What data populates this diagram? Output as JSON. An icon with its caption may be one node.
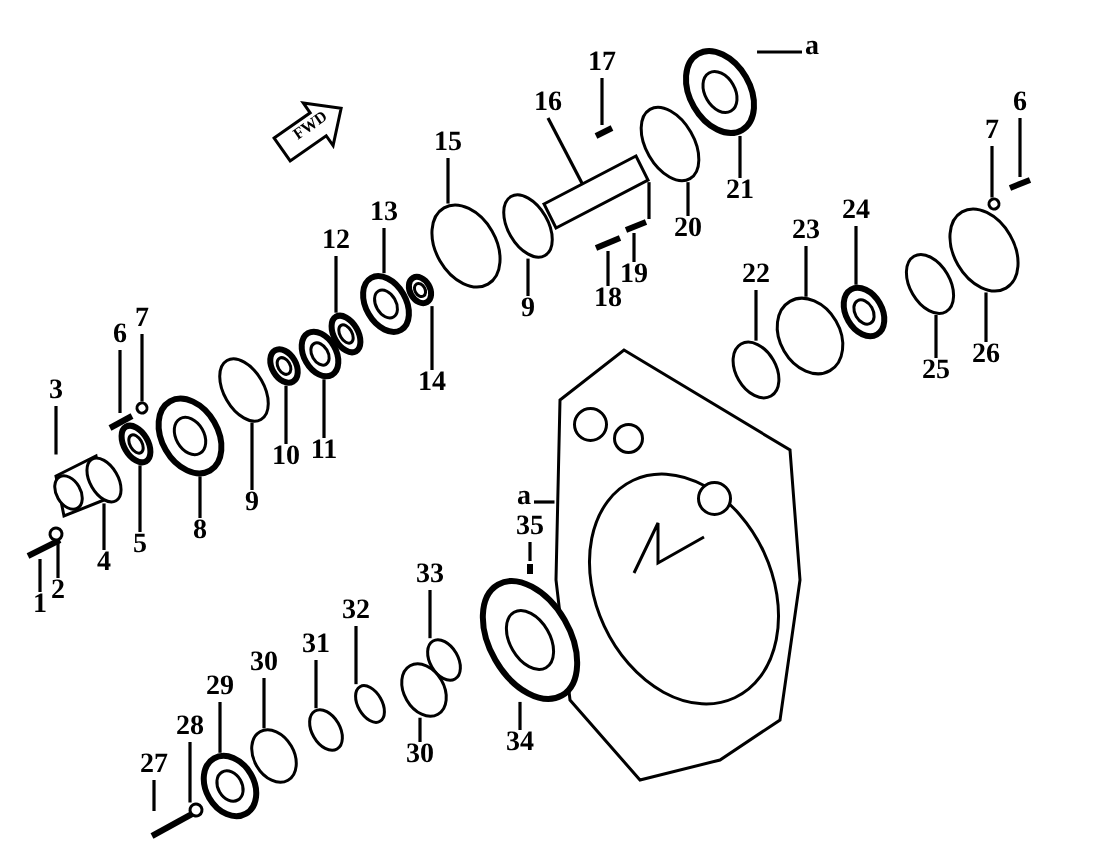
{
  "diagram": {
    "nodes": [
      {
        "text": [
          "1"
        ]
      },
      {
        "text": [
          "2"
        ]
      },
      {
        "text": [
          "3"
        ]
      },
      {
        "text": [
          "4"
        ]
      },
      {
        "text": [
          "5"
        ]
      },
      {
        "text": [
          "6"
        ]
      },
      {
        "text": [
          "7"
        ]
      },
      {
        "text": [
          "8"
        ]
      },
      {
        "text": [
          "9"
        ]
      },
      {
        "text": [
          "10"
        ]
      },
      {
        "text": [
          "11"
        ]
      },
      {
        "text": [
          "12"
        ]
      },
      {
        "text": [
          "13"
        ]
      },
      {
        "text": [
          "14"
        ]
      },
      {
        "text": [
          "15"
        ]
      },
      {
        "text": [
          "9"
        ]
      },
      {
        "text": [
          "16"
        ]
      },
      {
        "text": [
          "17"
        ]
      },
      {
        "text": [
          "18"
        ]
      },
      {
        "text": [
          "19"
        ]
      },
      {
        "text": [
          "20"
        ]
      },
      {
        "text": [
          "21"
        ]
      },
      {
        "text": [
          "a"
        ]
      },
      {
        "text": [
          "22"
        ]
      },
      {
        "text": [
          "23"
        ]
      },
      {
        "text": [
          "24"
        ]
      },
      {
        "text": [
          "7"
        ]
      },
      {
        "text": [
          "6"
        ]
      },
      {
        "text": [
          "25"
        ]
      },
      {
        "text": [
          "26"
        ]
      },
      {
        "text": [
          "a"
        ]
      },
      {
        "text": [
          "35"
        ]
      },
      {
        "text": [
          "33"
        ]
      },
      {
        "text": [
          "32"
        ]
      },
      {
        "text": [
          "31"
        ]
      },
      {
        "text": [
          "30"
        ]
      },
      {
        "text": [
          "29"
        ]
      },
      {
        "text": [
          "28"
        ]
      },
      {
        "text": [
          "27"
        ]
      },
      {
        "text": [
          "30"
        ]
      },
      {
        "text": [
          "34"
        ]
      },
      {
        "text": [],
        "shape": "bar"
      },
      {
        "text": [],
        "shape": "circle"
      },
      {
        "text": [],
        "shape": "picture"
      },
      {
        "text": [],
        "shape": "circle"
      },
      {
        "text": [],
        "shape": "circle"
      },
      {
        "text": [],
        "shape": "bar"
      },
      {
        "text": [],
        "shape": "circle"
      },
      {
        "text": [],
        "shape": "circle"
      },
      {
        "text": [],
        "shape": "circle"
      },
      {
        "text": [],
        "shape": "circle"
      },
      {
        "text": [],
        "shape": "circle"
      },
      {
        "text": [],
        "shape": "circle"
      },
      {
        "text": [],
        "shape": "circle"
      },
      {
        "text": [],
        "shape": "circle"
      },
      {
        "text": [],
        "shape": "circle"
      },
      {
        "text": [],
        "shape": "circle"
      },
      {
        "text": [],
        "shape": "bar"
      },
      {
        "text": [],
        "shape": "bar"
      },
      {
        "text": [],
        "shape": "bar"
      },
      {
        "text": [],
        "shape": "bar"
      },
      {
        "text": [],
        "shape": "circle"
      },
      {
        "text": [],
        "shape": "circle"
      },
      {
        "text": [],
        "shape": "circle"
      },
      {
        "text": [],
        "shape": "circle"
      },
      {
        "text": [],
        "shape": "circle"
      },
      {
        "text": [],
        "shape": "circle"
      },
      {
        "text": [],
        "shape": "bar"
      },
      {
        "text": [],
        "shape": "circle"
      },
      {
        "text": [],
        "shape": "circle"
      },
      {
        "text": [],
        "shape": "picture"
      },
      {
        "text": [],
        "shape": "bar"
      },
      {
        "text": [],
        "shape": "circle"
      },
      {
        "text": [],
        "shape": "circle"
      },
      {
        "text": [],
        "shape": "circle"
      },
      {
        "text": [],
        "shape": "circle"
      },
      {
        "text": [],
        "shape": "circle"
      },
      {
        "text": [],
        "shape": "circle"
      },
      {
        "text": [],
        "shape": "bar"
      },
      {
        "text": [],
        "shape": "circle"
      },
      {
        "text": [],
        "shape": "circle"
      }
    ],
    "edges": [
      {
        "from": 0,
        "to": 41,
        "arrow": "none"
      },
      {
        "from": 1,
        "to": 42,
        "arrow": "none"
      },
      {
        "from": 2,
        "to": 43,
        "arrow": "none"
      },
      {
        "from": 3,
        "to": 44,
        "arrow": "none"
      },
      {
        "from": 4,
        "to": 45,
        "arrow": "none"
      },
      {
        "from": 5,
        "to": 46,
        "arrow": "none"
      },
      {
        "from": 6,
        "to": 47,
        "arrow": "none"
      },
      {
        "from": 7,
        "to": 48,
        "arrow": "none"
      },
      {
        "from": 8,
        "to": 49,
        "arrow": "none"
      },
      {
        "from": 9,
        "to": 50,
        "arrow": "none"
      },
      {
        "from": 10,
        "to": 51,
        "arrow": "none"
      },
      {
        "from": 11,
        "to": 52,
        "arrow": "none"
      },
      {
        "from": 12,
        "to": 53,
        "arrow": "none"
      },
      {
        "from": 13,
        "to": 54,
        "arrow": "none"
      },
      {
        "from": 14,
        "to": 55,
        "arrow": "none"
      },
      {
        "from": 15,
        "to": 56,
        "arrow": "none"
      },
      {
        "from": 16,
        "to": 57,
        "arrow": "none"
      },
      {
        "from": 17,
        "to": 58,
        "arrow": "none"
      },
      {
        "from": 18,
        "to": 59,
        "arrow": "none"
      },
      {
        "from": 19,
        "to": 60,
        "arrow": "none"
      },
      {
        "from": 20,
        "to": 61,
        "arrow": "none"
      },
      {
        "from": 21,
        "to": 62,
        "arrow": "none"
      },
      {
        "from": 22,
        "to": 62,
        "arrow": "none"
      },
      {
        "from": 23,
        "to": 63,
        "arrow": "none"
      },
      {
        "from": 24,
        "to": 64,
        "arrow": "none"
      },
      {
        "from": 25,
        "to": 65,
        "arrow": "none"
      },
      {
        "from": 26,
        "to": 66,
        "arrow": "none"
      },
      {
        "from": 27,
        "to": 67,
        "arrow": "none"
      },
      {
        "from": 28,
        "to": 68,
        "arrow": "none"
      },
      {
        "from": 29,
        "to": 69,
        "arrow": "none"
      },
      {
        "from": 30,
        "to": 70,
        "arrow": "none"
      },
      {
        "from": 31,
        "to": 71,
        "arrow": "none"
      },
      {
        "from": 32,
        "to": 72,
        "arrow": "none"
      },
      {
        "from": 33,
        "to": 73,
        "arrow": "none"
      },
      {
        "from": 34,
        "to": 74,
        "arrow": "none"
      },
      {
        "from": 35,
        "to": 75,
        "arrow": "none"
      },
      {
        "from": 36,
        "to": 76,
        "arrow": "none"
      },
      {
        "from": 37,
        "to": 77,
        "arrow": "none"
      },
      {
        "from": 38,
        "to": 78,
        "arrow": "none"
      },
      {
        "from": 39,
        "to": 79,
        "arrow": "none"
      },
      {
        "from": 40,
        "to": 80,
        "arrow": "none"
      },
      {
        "from": 60,
        "to": 61,
        "arrow": "none"
      }
    ],
    "labels": [
      "FWD"
    ]
  }
}
